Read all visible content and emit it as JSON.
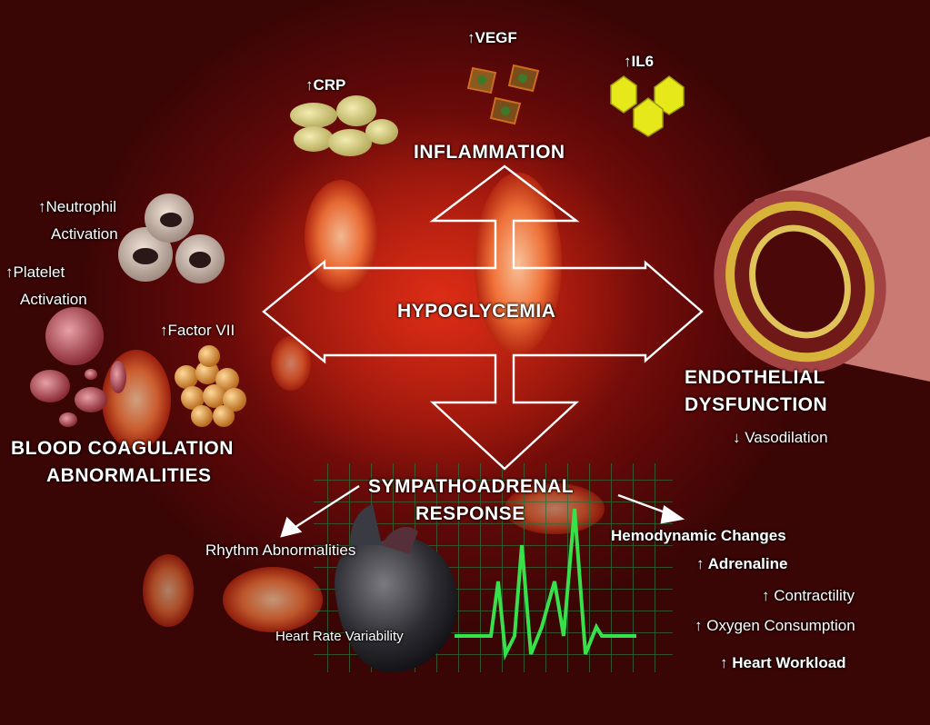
{
  "center": {
    "label": "HYPOGLYCEMIA"
  },
  "inflammation": {
    "title": "INFLAMMATION",
    "markers": {
      "crp": "↑CRP",
      "vegf": "↑VEGF",
      "il6": "↑IL6"
    }
  },
  "coagulation": {
    "title_line1": "BLOOD COAGULATION",
    "title_line2": "ABNORMALITIES",
    "neutrophil_line1": "↑Neutrophil",
    "neutrophil_line2": "Activation",
    "platelet_line1": "↑Platelet",
    "platelet_line2": "Activation",
    "factor": "↑Factor VII"
  },
  "endothelial": {
    "title_line1": "ENDOTHELIAL",
    "title_line2": "DYSFUNCTION",
    "vasodilation": "↓ Vasodilation"
  },
  "sympathoadrenal": {
    "title_line1": "SYMPATHOADRENAL",
    "title_line2": "RESPONSE",
    "rhythm": "Rhythm Abnormalities",
    "hrv": "Heart Rate Variability",
    "hemo_title": "Hemodynamic Changes",
    "adrenaline": "↑ Adrenaline",
    "contractility": "↑ Contractility",
    "oxygen": "↑ Oxygen Consumption",
    "workload": "↑ Heart Workload"
  },
  "colors": {
    "background": "#7a0d08",
    "arrow_stroke": "#ffffff",
    "ecg": "#38e04a",
    "grid": "#2a6b3a"
  }
}
